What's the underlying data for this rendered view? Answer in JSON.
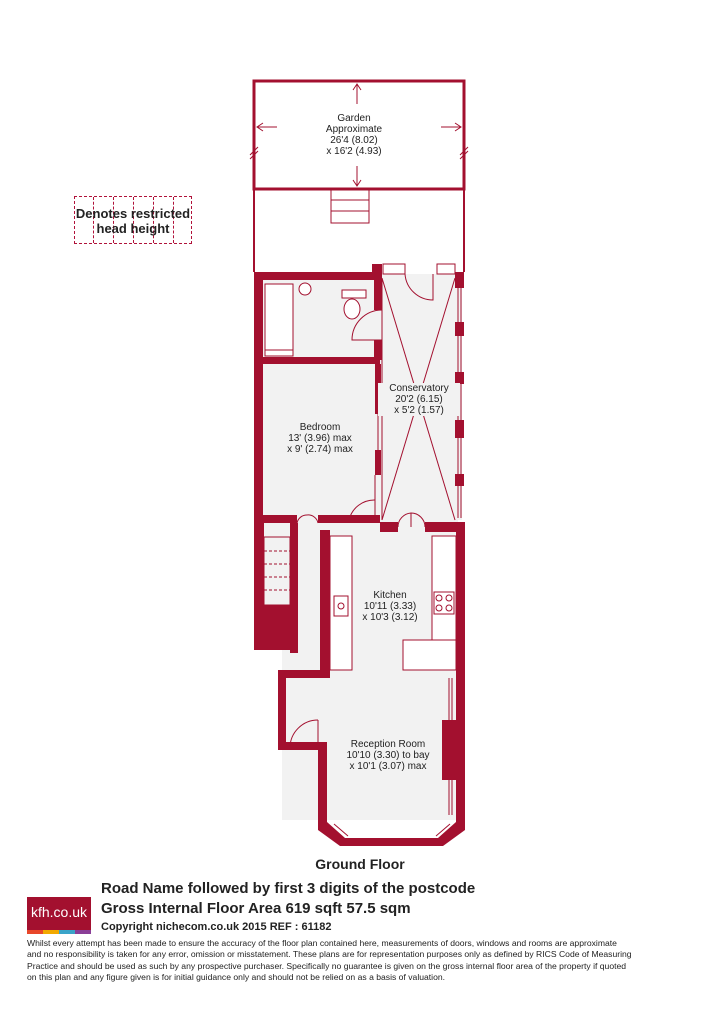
{
  "legend": {
    "line1": "Denotes restricted",
    "line2": "head height"
  },
  "rooms": {
    "garden": {
      "name": "Garden",
      "line2": "Approximate",
      "line3": "26'4 (8.02)",
      "line4": "x 16'2 (4.93)"
    },
    "conservatory": {
      "name": "Conservatory",
      "line2": "20'2 (6.15)",
      "line3": "x 5'2 (1.57)"
    },
    "bedroom": {
      "name": "Bedroom",
      "line2": "13' (3.96) max",
      "line3": "x 9' (2.74) max"
    },
    "kitchen": {
      "name": "Kitchen",
      "line2": "10'11 (3.33)",
      "line3": "x 10'3 (3.12)"
    },
    "reception": {
      "name": "Reception Room",
      "line2": "10'10 (3.30) to bay",
      "line3": "x 10'1 (3.07) max"
    }
  },
  "floor_label": "Ground Floor",
  "logo": {
    "text": "kfh.co.uk",
    "strip_colors": [
      "#e8472a",
      "#f2a900",
      "#3aa4c9",
      "#8a3e97"
    ]
  },
  "footer": {
    "address": "Road Name followed by first 3 digits of the postcode",
    "area": "Gross Internal Floor Area 619 sqft 57.5 sqm",
    "copyright": "Copyright nichecom.co.uk 2015 REF : 61182",
    "disclaimer": [
      "Whilst every attempt has been made to ensure the accuracy of the floor plan contained here, measurements of doors, windows and rooms are approximate",
      "and no responsibility is taken for any error, omission or misstatement.  These plans are for representation purposes only as defined by RICS Code of Measuring",
      "Practice and should be used as such by any prospective purchaser.  Specifically no guarantee is given on the gross internal floor area of the property if quoted",
      "on this plan and any figure given is for initial guidance only and should not be relied on as a basis of valuation."
    ]
  },
  "colors": {
    "wall": "#a3102f",
    "floor": "#f2f2f2",
    "line": "#a3102f"
  }
}
